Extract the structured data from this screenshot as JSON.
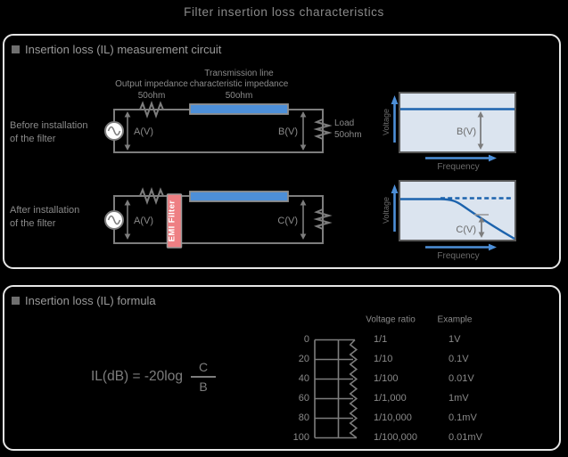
{
  "title": "Filter insertion loss characteristics",
  "colors": {
    "background": "#000000",
    "panel_border": "#e6e6e6",
    "accent_blue": "#4d8fd8",
    "graph_line_blue": "#1c63ad",
    "graph_fill": "#dbe4ef",
    "emi_filter_pink": "#ee7f83",
    "text_gray": "#8a8a8a"
  },
  "panel_circuit": {
    "header": "Insertion loss (IL) measurement circuit",
    "before_label": "Before installation\nof the filter",
    "after_label": "After installation\nof the filter",
    "circuit": {
      "output_impedance_line1": "Output impedance",
      "output_impedance_line2": "50ohm",
      "transmission_line1": "Transmission line",
      "transmission_line2": "characteristic impedance",
      "transmission_line3": "50ohm",
      "node_a": "A(V)",
      "node_b": "B(V)",
      "node_c": "C(V)",
      "load_line1": "Load",
      "load_line2": "50ohm",
      "emi_filter": "EMI Filter"
    },
    "graphs": {
      "y_axis": "Voltage",
      "x_axis": "Frequency",
      "before_level": "B(V)",
      "after_level": "C(V)"
    }
  },
  "panel_formula": {
    "header": "Insertion loss (IL) formula",
    "formula_lhs": "IL(dB) = -20log",
    "formula_numerator": "C",
    "formula_denominator": "B",
    "table": {
      "col_ratio": "Voltage ratio",
      "col_example": "Example",
      "rows": [
        {
          "db": "0",
          "ratio": "1/1",
          "example": "1V"
        },
        {
          "db": "20",
          "ratio": "1/10",
          "example": "0.1V"
        },
        {
          "db": "40",
          "ratio": "1/100",
          "example": "0.01V"
        },
        {
          "db": "60",
          "ratio": "1/1,000",
          "example": "1mV"
        },
        {
          "db": "80",
          "ratio": "1/10,000",
          "example": "0.1mV"
        },
        {
          "db": "100",
          "ratio": "1/100,000",
          "example": "0.01mV"
        }
      ]
    }
  }
}
